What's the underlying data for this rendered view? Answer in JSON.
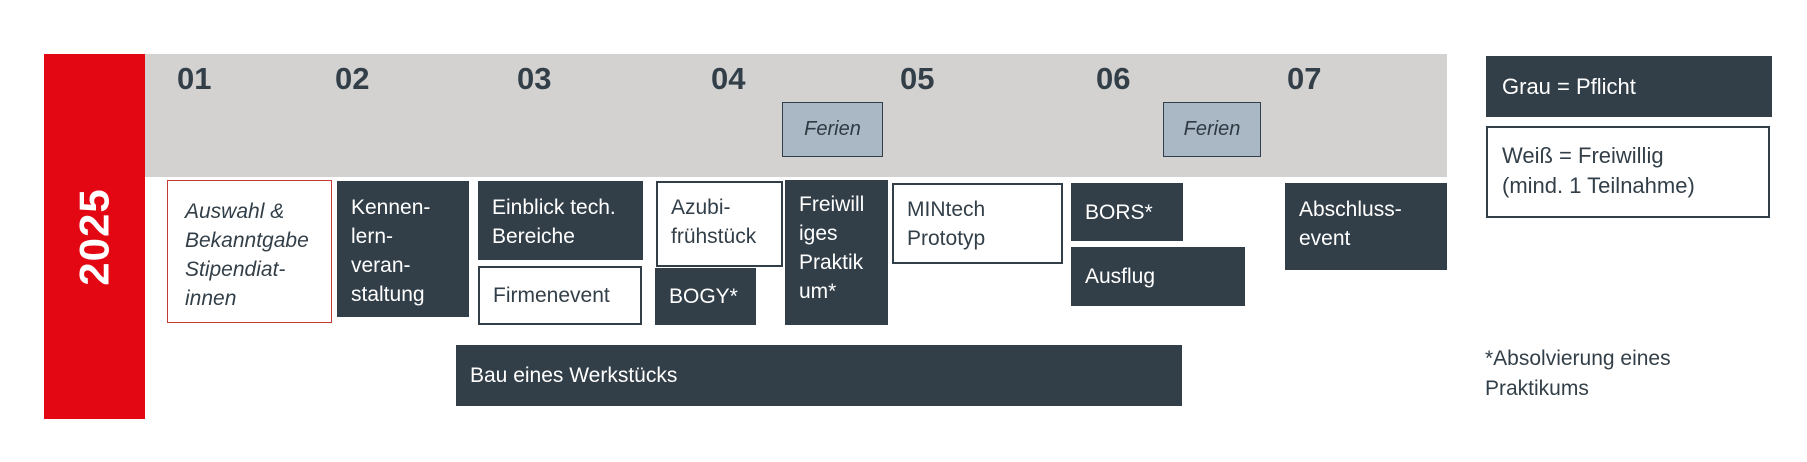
{
  "year_label": "2025",
  "timeline": {
    "months": [
      "01",
      "02",
      "03",
      "04",
      "05",
      "06",
      "07"
    ],
    "ferien_label": "Ferien"
  },
  "events": {
    "auswahl": {
      "label": "Auswahl &\nBekanntgabe\nStipendiat-\ninnen",
      "type": "voluntary-highlight"
    },
    "kennenlern": {
      "label": "Kennen-\nlern-\nveran-\nstaltung",
      "type": "mandatory"
    },
    "einblick": {
      "label": "Einblick tech.\nBereiche",
      "type": "mandatory"
    },
    "firmenevent": {
      "label": "Firmenevent",
      "type": "voluntary"
    },
    "azubi": {
      "label": "Azubi-\nfrühstück",
      "type": "voluntary"
    },
    "bogy": {
      "label": "BOGY*",
      "type": "mandatory"
    },
    "freiwilliges": {
      "label": "Freiwill\niges\nPraktik\num*",
      "type": "mandatory"
    },
    "mintech": {
      "label": "MINtech\nPrototyp",
      "type": "voluntary"
    },
    "bors": {
      "label": "BORS*",
      "type": "mandatory"
    },
    "ausflug": {
      "label": "Ausflug",
      "type": "mandatory"
    },
    "abschluss": {
      "label": "Abschluss-\nevent",
      "type": "mandatory"
    },
    "bau": {
      "label": "Bau eines Werkstücks",
      "type": "mandatory"
    }
  },
  "legend": {
    "mandatory_label": "Grau = Pflicht",
    "voluntary_label": "Weiß = Freiwillig\n(mind. 1 Teilnahme)"
  },
  "footnote": "*Absolvierung eines\nPraktikums",
  "colors": {
    "accent_red": "#e30613",
    "slate_dark": "#333f48",
    "band_gray": "#d3d2d1",
    "ferien_bluegray": "#a9b8c4",
    "auswahl_border_red": "#c23b32",
    "white_box": "#ffffff"
  }
}
